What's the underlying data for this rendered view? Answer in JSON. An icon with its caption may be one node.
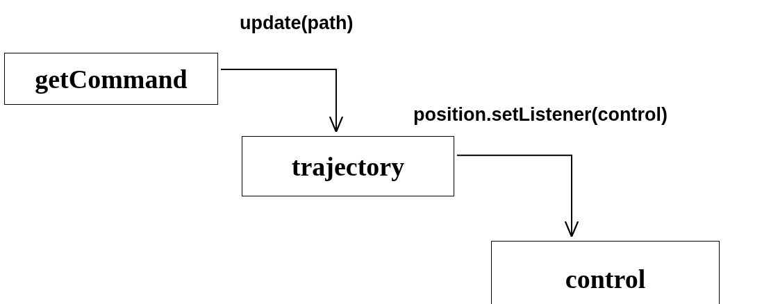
{
  "diagram": {
    "nodes": [
      {
        "text": [
          "getCommand"
        ]
      },
      {
        "text": [
          "trajectory"
        ]
      },
      {
        "text": [
          "control"
        ]
      }
    ],
    "edges": [
      {
        "from": 0,
        "to": 1,
        "arrow": "to",
        "label": "update(path)"
      },
      {
        "from": 1,
        "to": 2,
        "arrow": "to",
        "label": "position.setListener(control)"
      }
    ]
  }
}
